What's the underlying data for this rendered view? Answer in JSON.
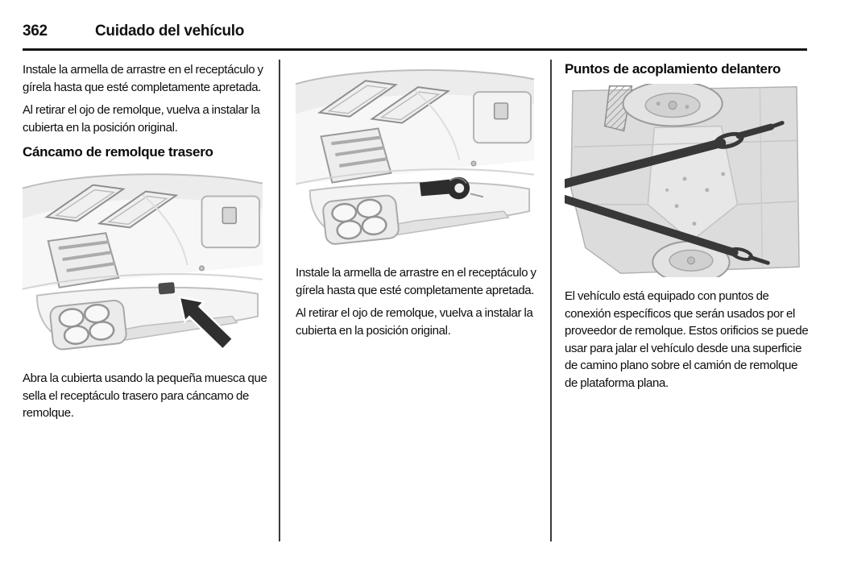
{
  "header": {
    "page_number": "362",
    "chapter_title": "Cuidado del vehículo"
  },
  "columns": {
    "left": {
      "para_install": "Instale la armella de arrastre en el receptáculo y gírela hasta que esté completamente apretada.",
      "para_reinstall": "Al retirar el ojo de remolque, vuelva a instalar la cubierta en la posición original.",
      "heading": "Cáncamo de remolque trasero",
      "para_open_cover": "Abra la cubierta usando la pequeña muesca que sella el receptáculo trasero para cáncamo de remolque."
    },
    "middle": {
      "para_install": "Instale la armella de arrastre en el receptáculo y gírela hasta que esté completamente apretada.",
      "para_reinstall": "Al retirar el ojo de remolque, vuelva a instalar la cubierta en la posición original."
    },
    "right": {
      "heading": "Puntos de acoplamiento delantero",
      "para_body": "El vehículo está equipado con puntos de conexión específicos que serán usados por el proveedor de remolque. Estos orificios se puede usar para jalar el vehículo desde una superficie de camino plano sobre el camión de remolque de plataforma plana."
    }
  },
  "colors": {
    "ink": "#111111",
    "divider": "#3a3a3a"
  }
}
